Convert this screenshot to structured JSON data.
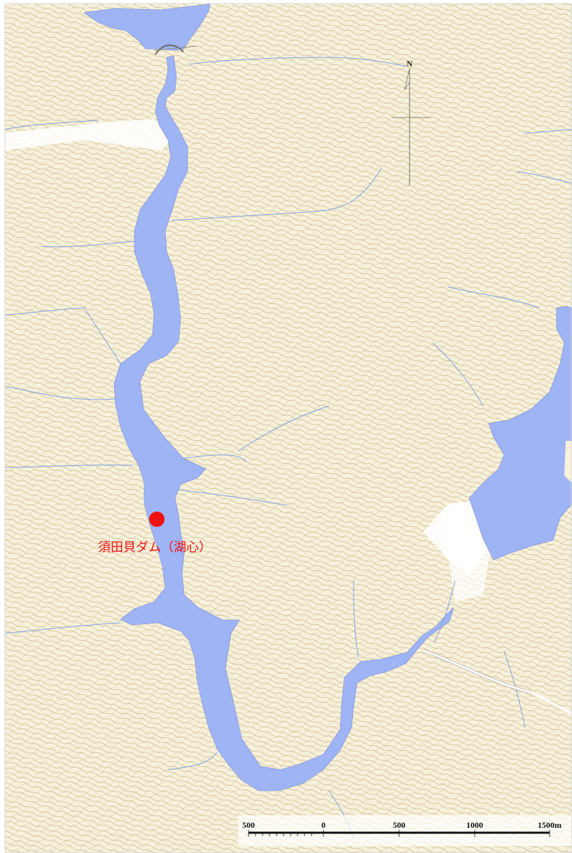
{
  "map": {
    "north_label": "N",
    "site_label": "須田貝ダム（湖心）",
    "colors": {
      "land": "#f7f1dc",
      "contour": "#b9a56a",
      "water": "#9fb4f5",
      "water_edge": "#8799d8",
      "stream": "#7f9fe0",
      "marker": "#ee1111",
      "label": "#ee1111"
    },
    "scale_bar": {
      "labels": [
        "500",
        "0",
        "500",
        "1000",
        "1500m"
      ]
    }
  }
}
